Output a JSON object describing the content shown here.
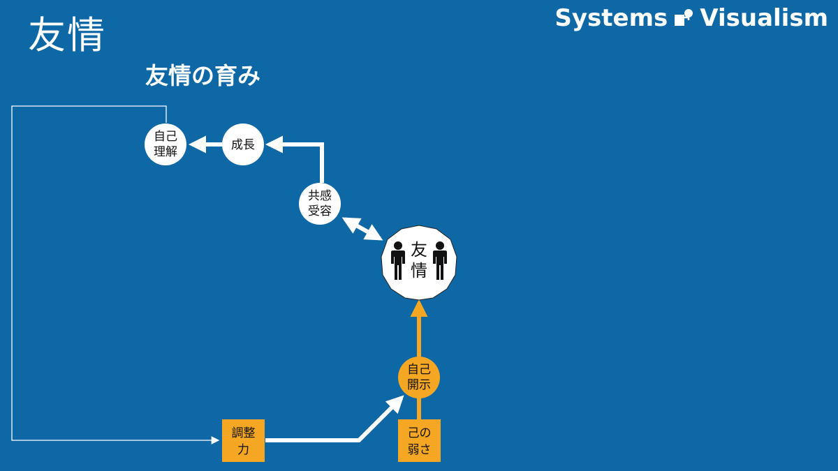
{
  "header": {
    "title": "友情",
    "subtitle": "友情の育み",
    "brand_left": "Systems",
    "brand_right": "Visualism"
  },
  "nodes": {
    "self_understanding": [
      "自己",
      "理解"
    ],
    "growth": [
      "成長"
    ],
    "empathy_acceptance": [
      "共感",
      "受容"
    ],
    "friendship": [
      "友",
      "情"
    ],
    "self_disclosure": [
      "自己",
      "開示"
    ],
    "coordination": [
      "調整",
      "力"
    ],
    "own_weakness": [
      "己の",
      "弱さ"
    ]
  },
  "icons": [
    "person-icon",
    "person-icon",
    "brand-logo-icon"
  ],
  "colors": {
    "background": "#0f68a6",
    "white": "#ffffff",
    "accent": "#f5a623"
  }
}
